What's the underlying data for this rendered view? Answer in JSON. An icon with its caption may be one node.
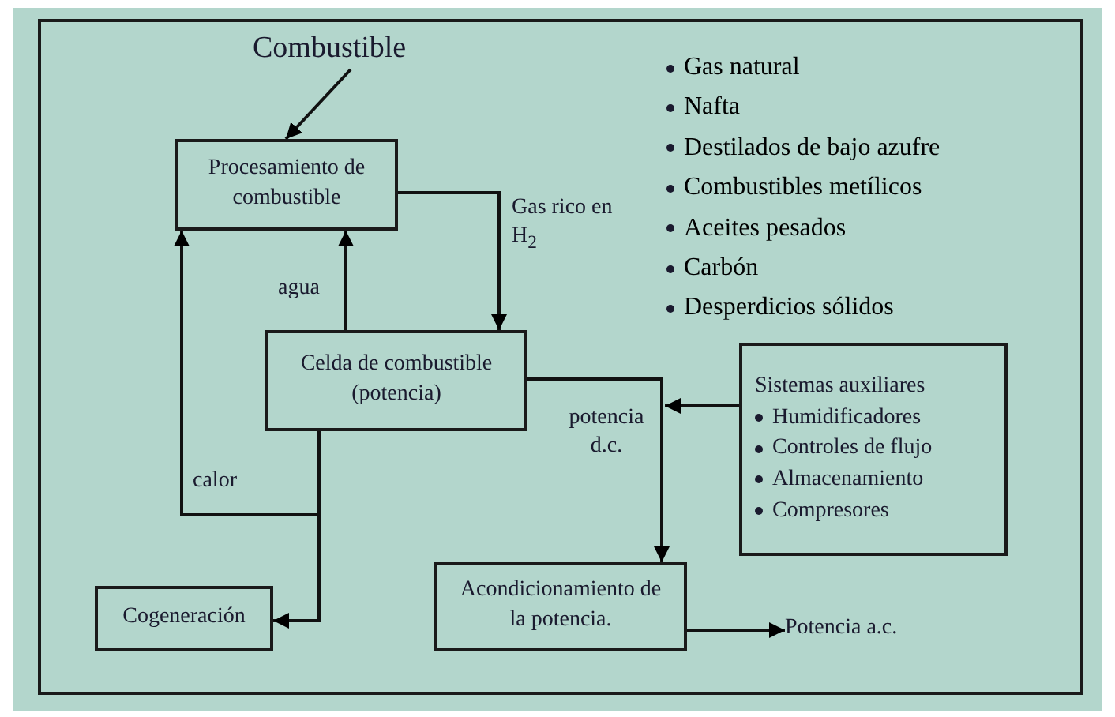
{
  "diagram": {
    "nodes": [
      {
        "text": [
          "Combustible"
        ]
      },
      {
        "text": [
          "Procesamiento de combustible"
        ]
      },
      {
        "text": [
          "Celda de combustible (potencia)"
        ]
      },
      {
        "text": [
          "Sistemas auxiliares",
          "Humidificadores",
          "Controles de flujo",
          "Almacenamiento",
          "Compresores"
        ]
      },
      {
        "text": [
          "Cogeneración"
        ]
      },
      {
        "text": [
          "Acondicionamiento de la potencia."
        ]
      },
      {
        "text": [
          "Potencia a.c."
        ]
      }
    ],
    "edges": [
      {
        "from": 0,
        "to": 1,
        "arrow": "to"
      },
      {
        "from": 1,
        "to": 2,
        "arrow": "to",
        "label": "Gas rico en H$_{2}$"
      },
      {
        "from": 2,
        "to": 1,
        "arrow": "to",
        "label": "agua"
      },
      {
        "from": 2,
        "to": 1,
        "arrow": "to",
        "label": "calor"
      },
      {
        "from": 2,
        "to": 4,
        "arrow": "to"
      },
      {
        "from": 2,
        "to": 5,
        "arrow": "to",
        "label": "potencia d.c."
      },
      {
        "from": 3,
        "to": null,
        "arrow": "to"
      },
      {
        "from": 5,
        "to": 6,
        "arrow": "to"
      }
    ],
    "labels": [
      "Gas natural",
      "Nafta",
      "Destilados de bajo azufre",
      "Combustibles metílicos",
      "Aceites pesados",
      "Carbón",
      "Desperdicios sólidos"
    ]
  }
}
